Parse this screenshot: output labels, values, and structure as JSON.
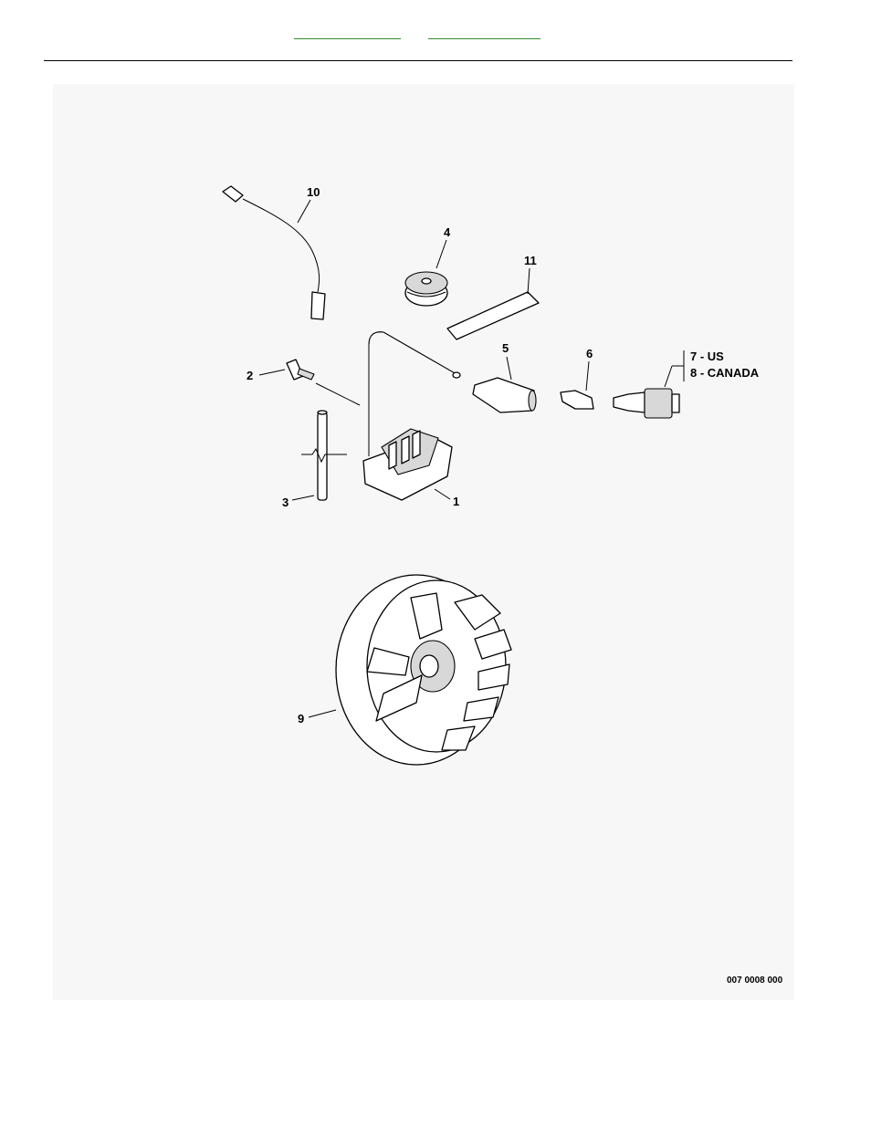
{
  "header": {
    "links": [
      {
        "label": ""
      },
      {
        "label": ""
      }
    ]
  },
  "diagram": {
    "callouts": [
      "10",
      "4",
      "11",
      "5",
      "6",
      "2",
      "1",
      "3",
      "9"
    ],
    "variants": [
      {
        "number": "7",
        "text": "7  - US"
      },
      {
        "number": "8",
        "text": "8  - CANADA"
      }
    ],
    "drawing_code": "007 0008 000"
  }
}
